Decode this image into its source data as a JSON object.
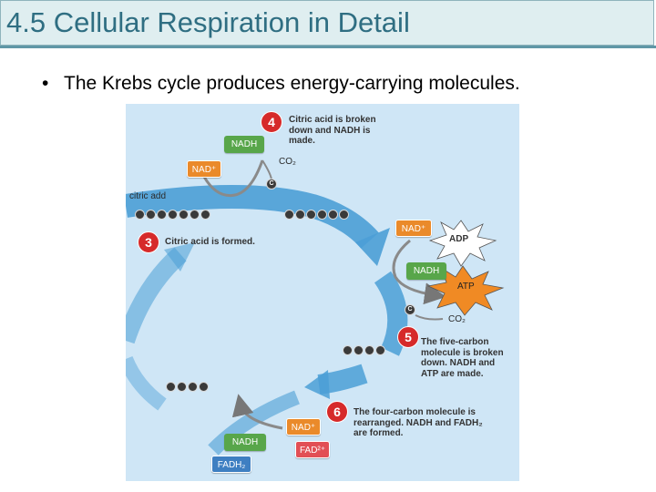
{
  "slide": {
    "title": "4.5 Cellular Respiration in Detail",
    "bullet": "The Krebs cycle produces energy-carrying molecules."
  },
  "diagram": {
    "cut_label": "citric add",
    "steps": [
      {
        "number": "3",
        "text": "Citric acid is formed."
      },
      {
        "number": "4",
        "lines": [
          "Citric acid is broken",
          "down and NADH is",
          "made."
        ]
      },
      {
        "number": "5",
        "lines": [
          "The five-carbon",
          "molecule is broken",
          "down. NADH and",
          "ATP are made."
        ]
      },
      {
        "number": "6",
        "lines": [
          "The four-carbon molecule is",
          "rearranged. NADH and FADH₂",
          "are formed."
        ]
      }
    ],
    "molecules": {
      "nadh": "NADH",
      "nad_plus": "NAD⁺",
      "co2": "CO₂",
      "c": "C",
      "adp": "ADP",
      "atp": "ATP",
      "fadh2": "FADH₂",
      "fad": "FAD²⁺"
    }
  },
  "colors": {
    "title_text": "#2f6e82",
    "title_bg": "#dfeef0",
    "cycle_arrow": "#4b9fd6",
    "nadh": "#58a64a",
    "nad_plus": "#ea8a2a",
    "atp": "#f08a24",
    "fadh2": "#3e7fc2",
    "fad": "#e24f55",
    "step_marker": "#d62a2a"
  }
}
